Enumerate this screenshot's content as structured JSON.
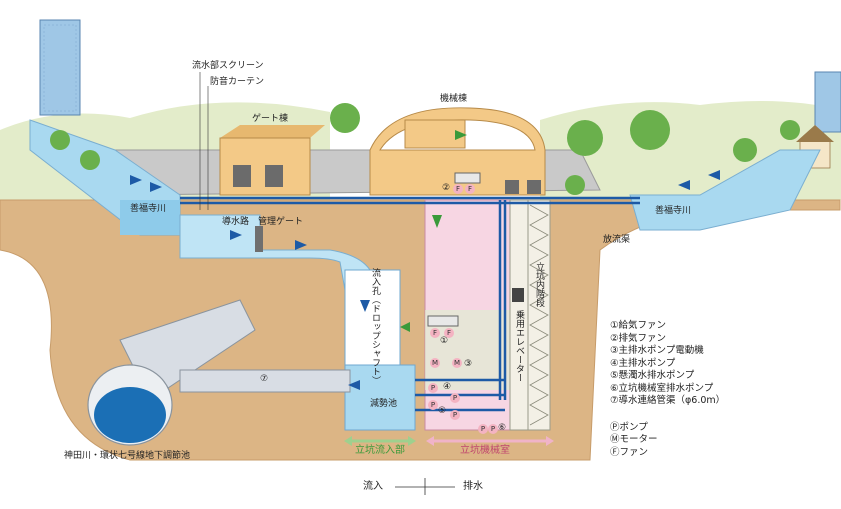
{
  "labels": {
    "screen": "流水部スクリーン",
    "sound_curtain": "防音カーテン",
    "gate_building": "ゲート棟",
    "machine_building": "機械棟",
    "river_left": "善福寺川",
    "river_right": "善福寺川",
    "channel": "導水路",
    "control_gate": "管理ゲート",
    "outfall": "放流渠",
    "inflow_hole": "流入孔（ドロップシャフト）",
    "elevator": "乗用エレベーター",
    "stairs": "立坑内階段",
    "stilling_basin": "減勢池",
    "reservoir": "神田川・環状七号線地下調節池",
    "shaft_inflow": "立坑流入部",
    "shaft_machine": "立坑機械室",
    "inflow": "流入",
    "outflow": "排水"
  },
  "markers": {
    "n1": "①",
    "n2": "②",
    "n3": "③",
    "n4": "④",
    "n5": "⑤",
    "n6": "⑥",
    "n7": "⑦",
    "p": "P",
    "m": "M",
    "f": "F"
  },
  "legend": [
    "①給気ファン",
    "②排気ファン",
    "③主排水ポンプ電動機",
    "④主排水ポンプ",
    "⑤懸濁水排水ポンプ",
    "⑥立坑機械室排水ポンプ",
    "⑦導水連絡管渠（φ6.0m）"
  ],
  "legend_symbols": [
    "Ⓟポンプ",
    "Ⓜモーター",
    "Ⓕファン"
  ],
  "colors": {
    "sky_hill": "#e6efcf",
    "ground": "#dcb585",
    "water": "#a9d9f0",
    "pink_room": "#f7d6e3",
    "green_room": "#dcefcf",
    "pipe_blue": "#1d5aa6",
    "building": "#f3c987",
    "tree": "#6ab04c"
  }
}
